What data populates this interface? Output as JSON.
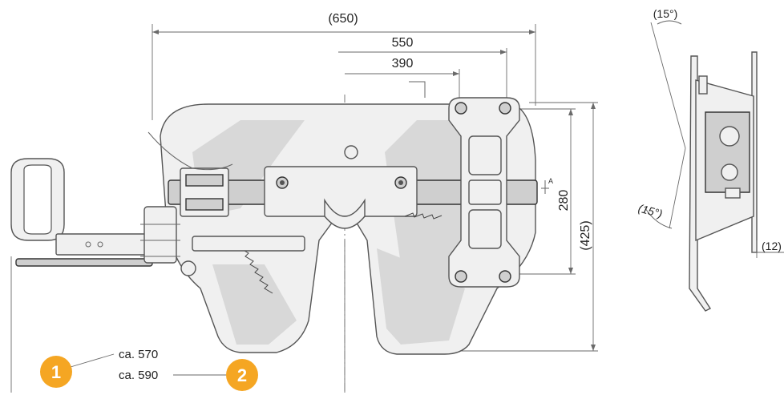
{
  "dimensions": {
    "overall_width": "(650)",
    "width_550": "550",
    "width_390": "390",
    "height_280": "280",
    "height_425": "(425)",
    "tilt_top": "(15°)",
    "tilt_bottom": "(15°)",
    "plate_thickness": "(12)",
    "section_marker": "A"
  },
  "callouts": [
    {
      "number": "1",
      "label": "ca. 570"
    },
    {
      "number": "2",
      "label": "ca. 590"
    }
  ],
  "colors": {
    "marker_fill": "#f5a623",
    "line": "#555555"
  }
}
